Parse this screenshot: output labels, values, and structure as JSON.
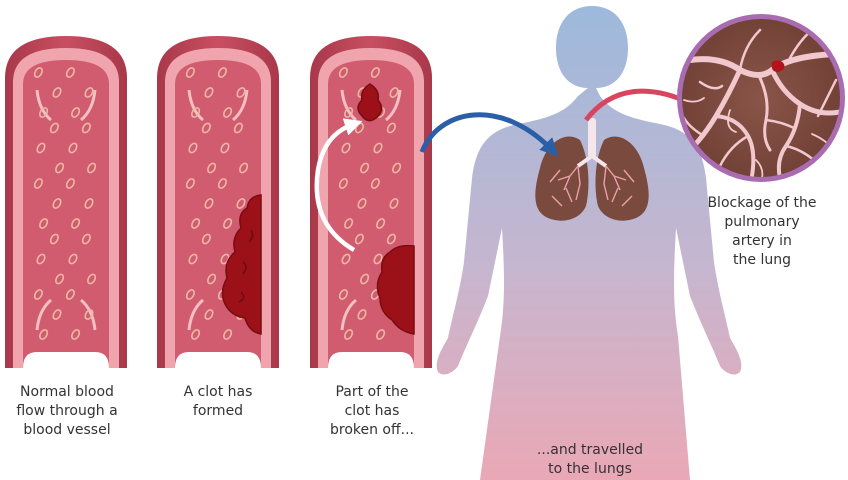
{
  "captions": {
    "normal": "Normal blood\nflow through a\nblood vessel",
    "clot_formed": "A clot has\nformed",
    "broken_off": "Part of the\nclot has\nbroken off...",
    "travelled": "...and travelled\nto the lungs",
    "blockage": "Blockage of the\npulmonary\nartery in\nthe lung"
  },
  "colors": {
    "vessel_wall": "#c24d5d",
    "vessel_inner": "#d15c70",
    "vessel_rim": "#f2a9b2",
    "blood_cell": "#eab9a6",
    "clot": "#9c1018",
    "arrow_blue": "#2a5fa8",
    "arrow_red": "#d9445e",
    "lung": "#7b4a3e",
    "lens_ring": "#a96cb0"
  }
}
